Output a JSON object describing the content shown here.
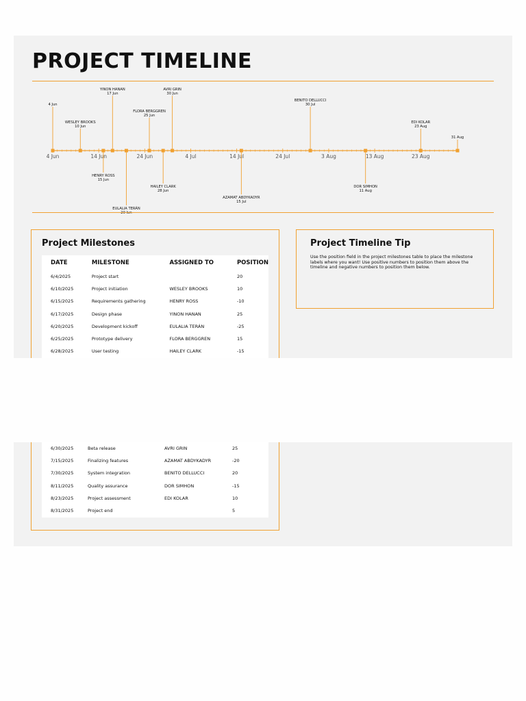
{
  "page": {
    "title": "PROJECT TIMELINE"
  },
  "colors": {
    "accent": "#f0a030",
    "sheet": "#f2f2f2",
    "table_bg": "#ffffff"
  },
  "timeline": {
    "start": "2025-06-04",
    "end": "2025-08-31",
    "axis_ticks": [
      "4 Jun",
      "14 Jun",
      "24 Jun",
      "4 Jul",
      "14 Jul",
      "24 Jul",
      "3 Aug",
      "13 Aug",
      "23 Aug"
    ],
    "markers": [
      {
        "name": "",
        "date_label": "4 Jun",
        "date": "2025-06-04",
        "position": 20
      },
      {
        "name": "WESLEY BROOKS",
        "date_label": "10 Jun",
        "date": "2025-06-10",
        "position": 10
      },
      {
        "name": "HENRY ROSS",
        "date_label": "15 Jun",
        "date": "2025-06-15",
        "position": -10
      },
      {
        "name": "YINON HANAN",
        "date_label": "17 Jun",
        "date": "2025-06-17",
        "position": 25
      },
      {
        "name": "EULALIA TERÁN",
        "date_label": "20 Jun",
        "date": "2025-06-20",
        "position": -25
      },
      {
        "name": "FLORA BERGGREN",
        "date_label": "25 Jun",
        "date": "2025-06-25",
        "position": 15
      },
      {
        "name": "HAILEY CLARK",
        "date_label": "28 Jun",
        "date": "2025-06-28",
        "position": -15
      },
      {
        "name": "AVRI GRIN",
        "date_label": "30 Jun",
        "date": "2025-06-30",
        "position": 25
      },
      {
        "name": "AZAMAT ABDYKADYR",
        "date_label": "15 Jul",
        "date": "2025-07-15",
        "position": -20
      },
      {
        "name": "BENITO DELLUCCI",
        "date_label": "30 Jul",
        "date": "2025-07-30",
        "position": 20
      },
      {
        "name": "DOR SIMHON",
        "date_label": "11 Aug",
        "date": "2025-08-11",
        "position": -15
      },
      {
        "name": "EDI KOLAR",
        "date_label": "23 Aug",
        "date": "2025-08-23",
        "position": 10
      },
      {
        "name": "",
        "date_label": "31 Aug",
        "date": "2025-08-31",
        "position": 5
      }
    ]
  },
  "milestones": {
    "title": "Project Milestones",
    "headers": [
      "DATE",
      "MILESTONE",
      "ASSIGNED TO",
      "POSITION"
    ],
    "rows_top": [
      [
        "6/4/2025",
        "Project start",
        "",
        "20"
      ],
      [
        "6/10/2025",
        "Project initiation",
        "WESLEY BROOKS",
        "10"
      ],
      [
        "6/15/2025",
        "Requirements gathering",
        "HENRY ROSS",
        "-10"
      ],
      [
        "6/17/2025",
        "Design phase",
        "YINON HANAN",
        "25"
      ],
      [
        "6/20/2025",
        "Development kickoff",
        "EULALIA TERÁN",
        "-25"
      ],
      [
        "6/25/2025",
        "Prototype delivery",
        "FLORA BERGGREN",
        "15"
      ],
      [
        "6/28/2025",
        "User testing",
        "HAILEY CLARK",
        "-15"
      ]
    ],
    "rows_bottom": [
      [
        "6/30/2025",
        "Beta release",
        "AVRI GRIN",
        "25"
      ],
      [
        "7/15/2025",
        "Finalizing features",
        "AZAMAT ABDYKADYR",
        "-20"
      ],
      [
        "7/30/2025",
        "System integration",
        "BENITO DELLUCCI",
        "20"
      ],
      [
        "8/11/2025",
        "Quality assurance",
        "DOR SIMHON",
        "-15"
      ],
      [
        "8/23/2025",
        "Project assessment",
        "EDI KOLAR",
        "10"
      ],
      [
        "8/31/2025",
        "Project end",
        "",
        "5"
      ]
    ]
  },
  "tip": {
    "title": "Project Timeline Tip",
    "text": "Use the position field in the project milestones table to place the milestone labels where you want! Use positive numbers to position them above the timeline and negative numbers to position them below."
  }
}
